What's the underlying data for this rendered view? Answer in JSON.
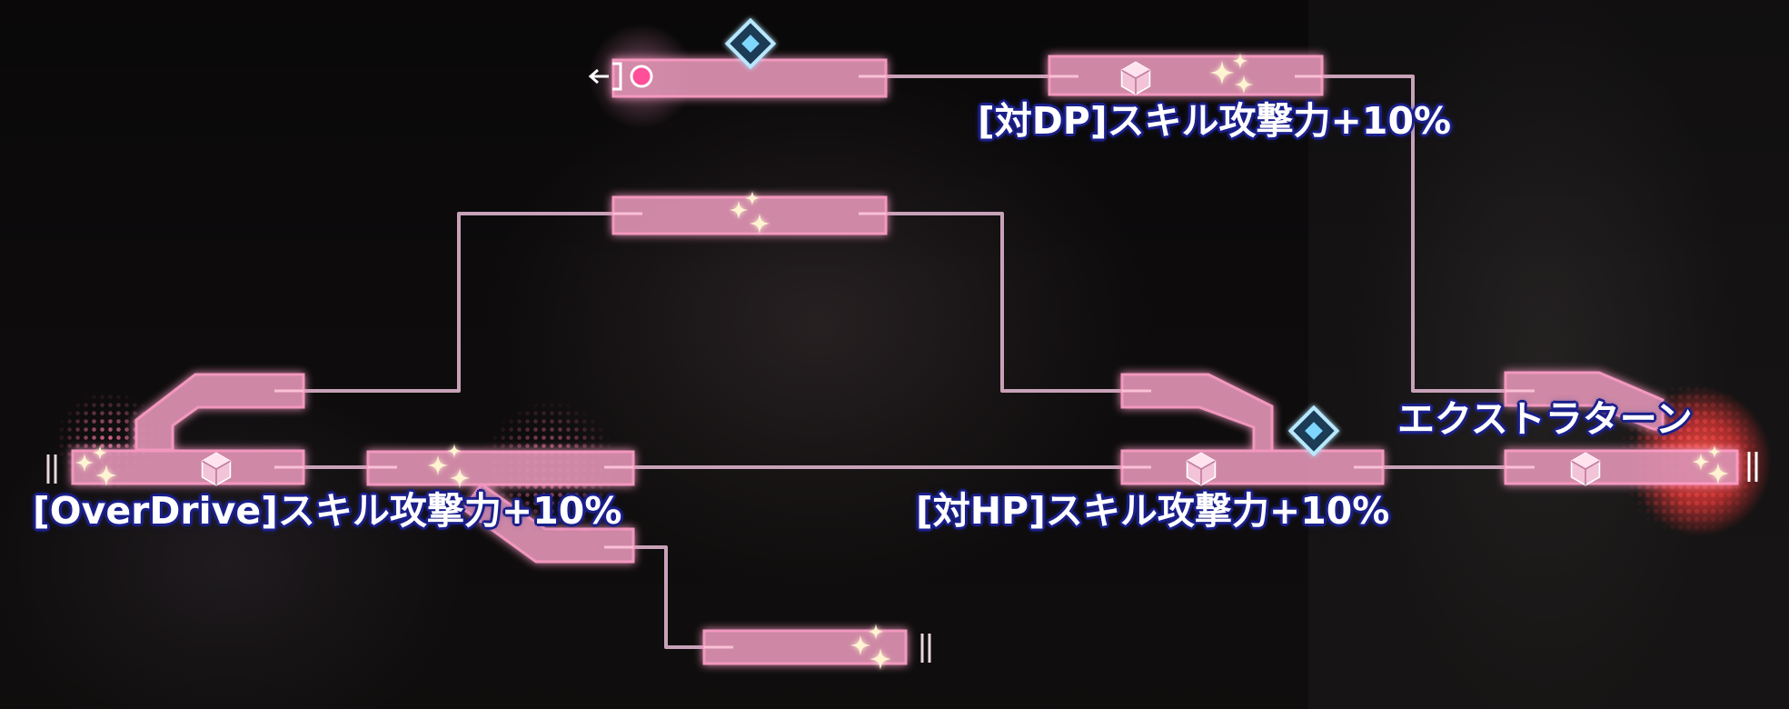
{
  "labels": {
    "dp_skill": "[対DP]スキル攻撃力+10%",
    "overdrive_skill": "[OverDrive]スキル攻撃力+10%",
    "hp_skill": "[対HP]スキル攻撃力+10%",
    "extra_turn": "エクストラターン"
  },
  "icons": {
    "back": "back-arrow-icon",
    "current": "current-position-icon",
    "crystal": "crystal-diamond-icon",
    "box": "item-cube-icon",
    "sparkle": "sparkle-icon",
    "goal": "goal-gate-icon"
  },
  "colors": {
    "track_fill": "#d98fae",
    "track_edge": "#ff9fc8",
    "path_line": "#c7a2b8",
    "label_outline": "#1a1f8a",
    "diamond_glow": "#63c6ff",
    "current_dot": "#ff4f98",
    "goal_glow": "#ff3f3f"
  }
}
